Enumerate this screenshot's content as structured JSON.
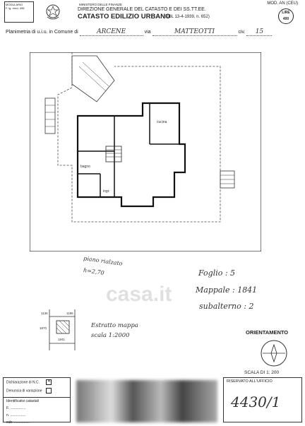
{
  "header": {
    "modulario_box": [
      "MODULARIO",
      "F. ig. rend. 498"
    ],
    "mod_code": "MOD. AN (CEU)",
    "lire_label": "LIRE",
    "lire_value": "400",
    "ministry": "MINISTERO DELLE FINANZE",
    "direzione": "DIREZIONE GENERALE DEL CATASTO E DEI SS.TT.EE.",
    "title": "CATASTO EDILIZIO URBANO",
    "rdl": "(RDL 13-4-1939, n. 652)"
  },
  "planimetria": {
    "prefix": "Planimetria di u.i.u. in Comune di",
    "comune": "ARCENE",
    "via_label": "via",
    "via": "MATTEOTTI",
    "civ_label": "civ.",
    "civ": "15"
  },
  "plan_labels": {
    "cucina": "cucina",
    "bagno": "bagno",
    "ingresso": "ingr."
  },
  "notes": {
    "piano": "piano rialzato",
    "altezza": "h=2,70",
    "foglio": "Foglio : 5",
    "mappale": "Mappale : 1841",
    "subalterno": "subalterno : 2"
  },
  "estratto": {
    "label": "Estratto mappa",
    "scala": "scala 1:2000",
    "num_left": "1136",
    "num_right": "1186",
    "num_side": "1870",
    "parcel": "1841"
  },
  "orientamento": {
    "label": "ORIENTAMENTO",
    "scala": "SCALA DI 1: 200"
  },
  "footer": {
    "dichiarazione": "Dichiarazione di N.C.",
    "denuncia": "Denuncia di variazione",
    "identificativi": "Identificativi catastali",
    "f_label": "F.",
    "n_label": "n.",
    "sub_label": "sub.",
    "riservato": "RISERVATO ALL'UFFICIO",
    "numero": "4430/1"
  },
  "watermark": "casa.it"
}
